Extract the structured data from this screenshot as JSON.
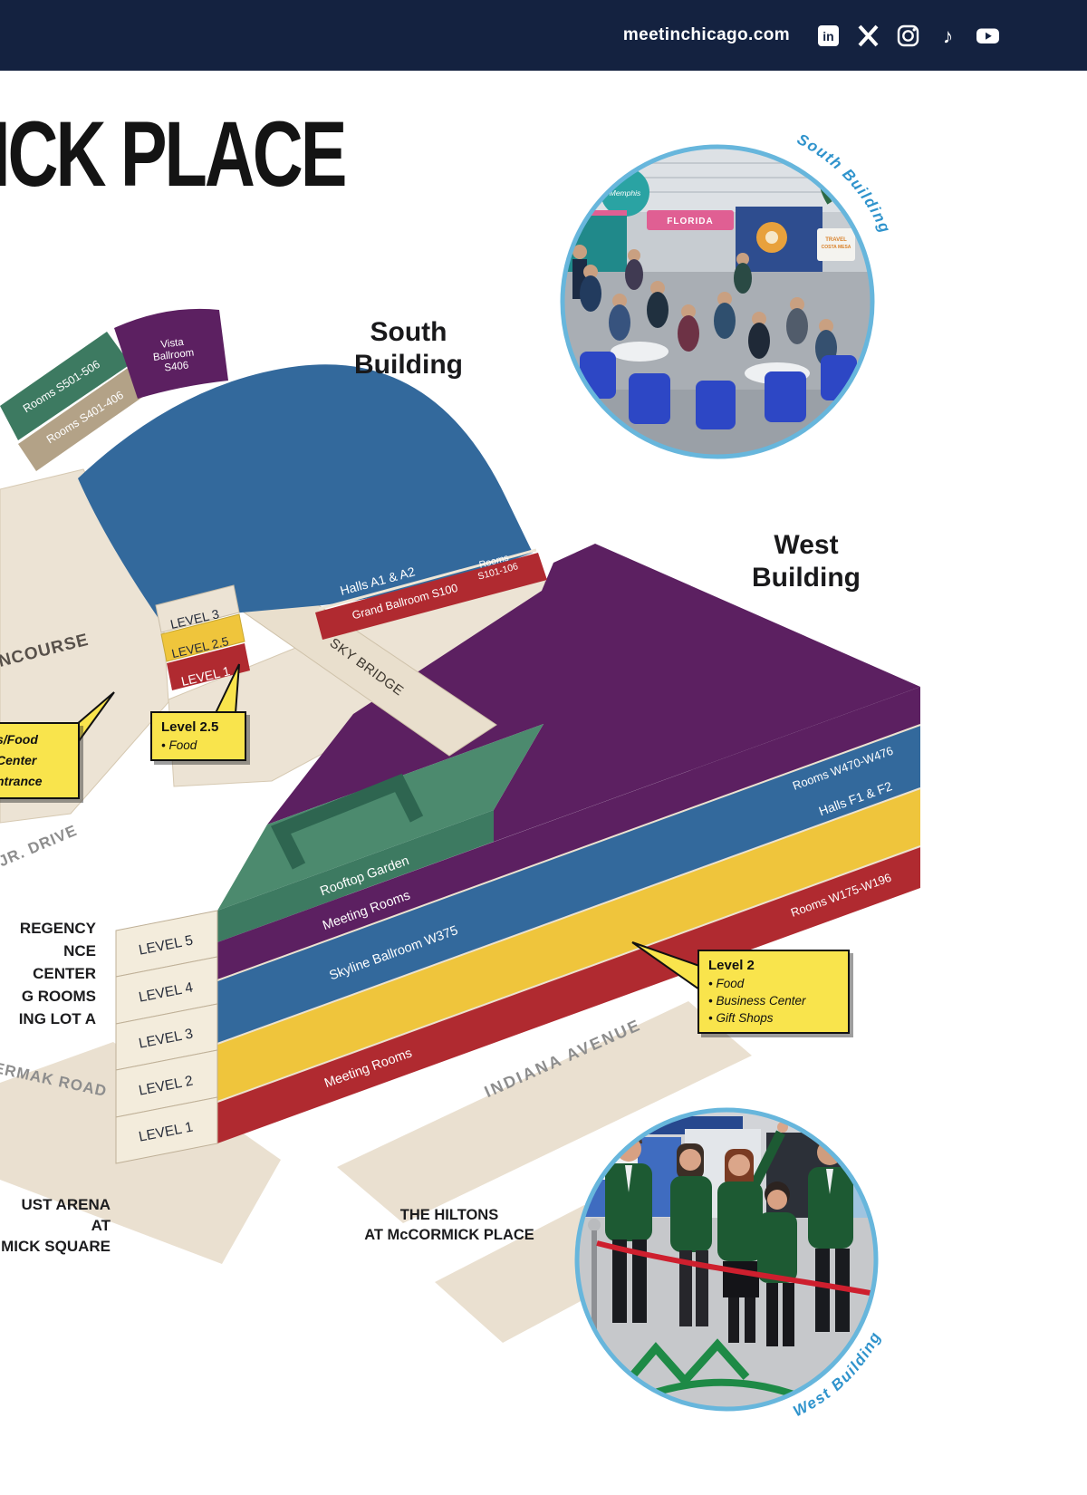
{
  "header": {
    "site": "meetinchicago.com",
    "linkedin_glyph": "in",
    "tiktok_glyph": "♪",
    "social_icons": [
      "linkedin-icon",
      "x-icon",
      "instagram-icon",
      "tiktok-icon",
      "youtube-icon"
    ]
  },
  "title": "ICK PLACE",
  "south": {
    "name_line1": "South",
    "name_line2": "Building",
    "rooms_s501": "Rooms S501-506",
    "rooms_s401": "Rooms S401-406",
    "vista_line1": "Vista",
    "vista_line2": "Ballroom",
    "vista_line3": "S406",
    "halls": "Halls A1 & A2",
    "grand_ballroom": "Grand Ballroom S100",
    "rooms_s101_line1": "Rooms",
    "rooms_s101_line2": "S101-106",
    "level_3": "LEVEL 3",
    "level_2_5": "LEVEL 2.5",
    "level_1": "LEVEL 1",
    "concourse_partial": "NCOURSE",
    "sky_bridge": "SKY BRIDGE"
  },
  "west": {
    "name_line1": "West",
    "name_line2": "Building",
    "levels": [
      "LEVEL 5",
      "LEVEL 4",
      "LEVEL 3",
      "LEVEL 2",
      "LEVEL 1"
    ],
    "rooftop_garden": "Rooftop Garden",
    "meeting_rooms_upper": "Meeting Rooms",
    "skyline_ballroom": "Skyline Ballroom W375",
    "meeting_rooms_lower": "Meeting Rooms",
    "rooms_w470": "Rooms W470-W476",
    "halls_f": "Halls F1 & F2",
    "rooms_w175": "Rooms W175-W196"
  },
  "callouts": {
    "level25": {
      "title": "Level 2.5",
      "item1": "• Food"
    },
    "level2": {
      "title": "Level 2",
      "item1": "• Food",
      "item2": "• Business Center",
      "item3": "• Gift Shops"
    },
    "left_partial": {
      "line1": "s/Food",
      "line2": "Center",
      "line3": "ntrance"
    }
  },
  "streets": {
    "jr_drive": "JR. DRIVE",
    "cermak": "ERMAK ROAD",
    "indiana": "INDIANA AVENUE"
  },
  "area_labels": {
    "left_block_line1": "REGENCY",
    "left_block_line2": "NCE CENTER",
    "left_block_line3": "G ROOMS",
    "left_block_line4": "ING LOT A",
    "arena_line1": "UST ARENA AT",
    "arena_line2": "MICK SQUARE",
    "hiltons_line1": "THE HILTONS",
    "hiltons_line2": "AT McCORMICK PLACE"
  },
  "photos": {
    "south_caption": "South Building",
    "west_caption": "West Building",
    "booth_memphis": "Memphis",
    "booth_florida": "FLORIDA",
    "costa_line1": "TRAVEL",
    "costa_line2": "COSTA MESA"
  },
  "colors": {
    "navy": "#142240",
    "blue": "#33699c",
    "purple": "#5c2061",
    "green": "#3d7a61",
    "green_top": "#4c8a6e",
    "yellow": "#efc53c",
    "red": "#b02a30",
    "beige": "#ece3d4",
    "callout_yellow": "#f9e44c",
    "circle_ring": "#67b6dc",
    "caption_blue": "#2f93cc",
    "street_gray": "#8d8d8d"
  }
}
